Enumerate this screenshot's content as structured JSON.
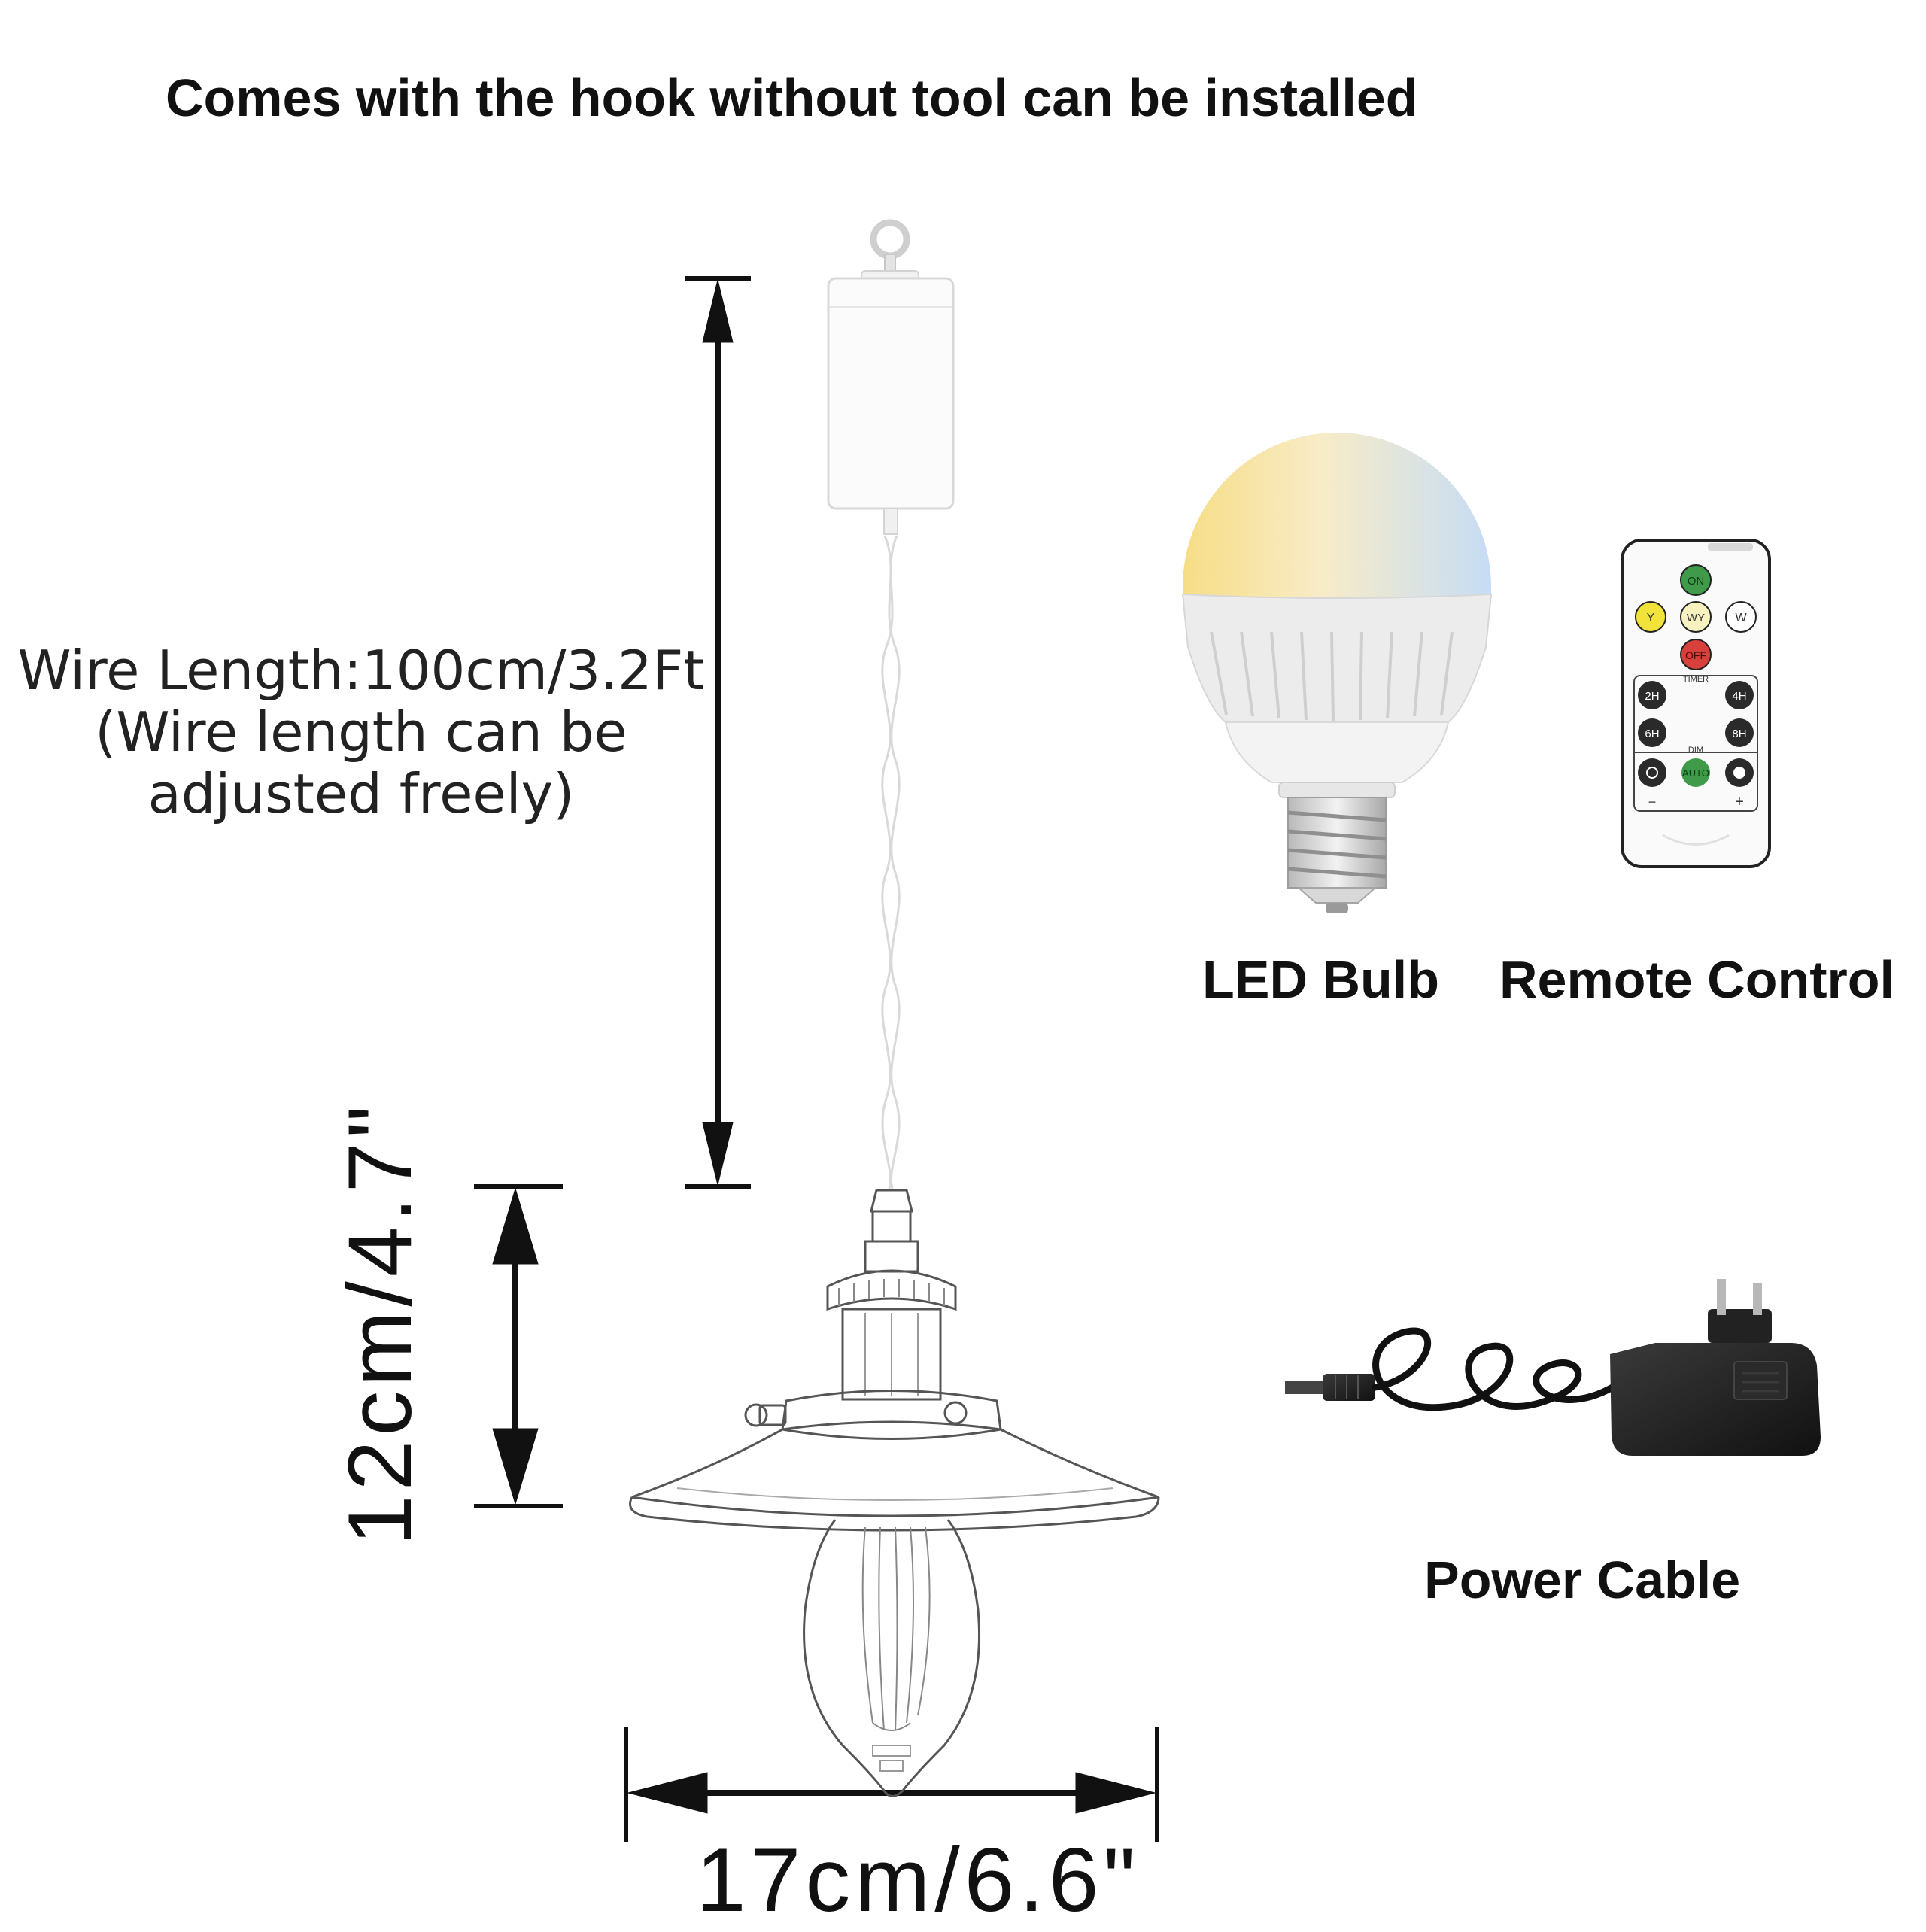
{
  "headline": "Comes with the hook without tool can be installed",
  "wire_length": {
    "line1": "Wire Length:100cm/3.2Ft",
    "line2": "(Wire length can be",
    "line3": "adjusted freely)"
  },
  "dimensions": {
    "height": "12cm/4.7\"",
    "width": "17cm/6.6\""
  },
  "accessories": {
    "bulb_caption": "LED Bulb",
    "remote_caption": "Remote Control",
    "cable_caption": "Power Cable"
  },
  "remote": {
    "on": "ON",
    "y": "Y",
    "wy": "WY",
    "w": "W",
    "off": "OFF",
    "timer": "TIMER",
    "t2h": "2H",
    "t4h": "4H",
    "t6h": "6H",
    "t8h": "8H",
    "dim": "DIM",
    "auto": "AUTO",
    "minus": "−",
    "plus": "+"
  },
  "colors": {
    "on_button": "#3f9a4a",
    "yellow_button": "#f2e33a",
    "off_button": "#d8403c",
    "bulb_warm": "#f7e7a0",
    "bulb_cool": "#cfe3f7"
  }
}
